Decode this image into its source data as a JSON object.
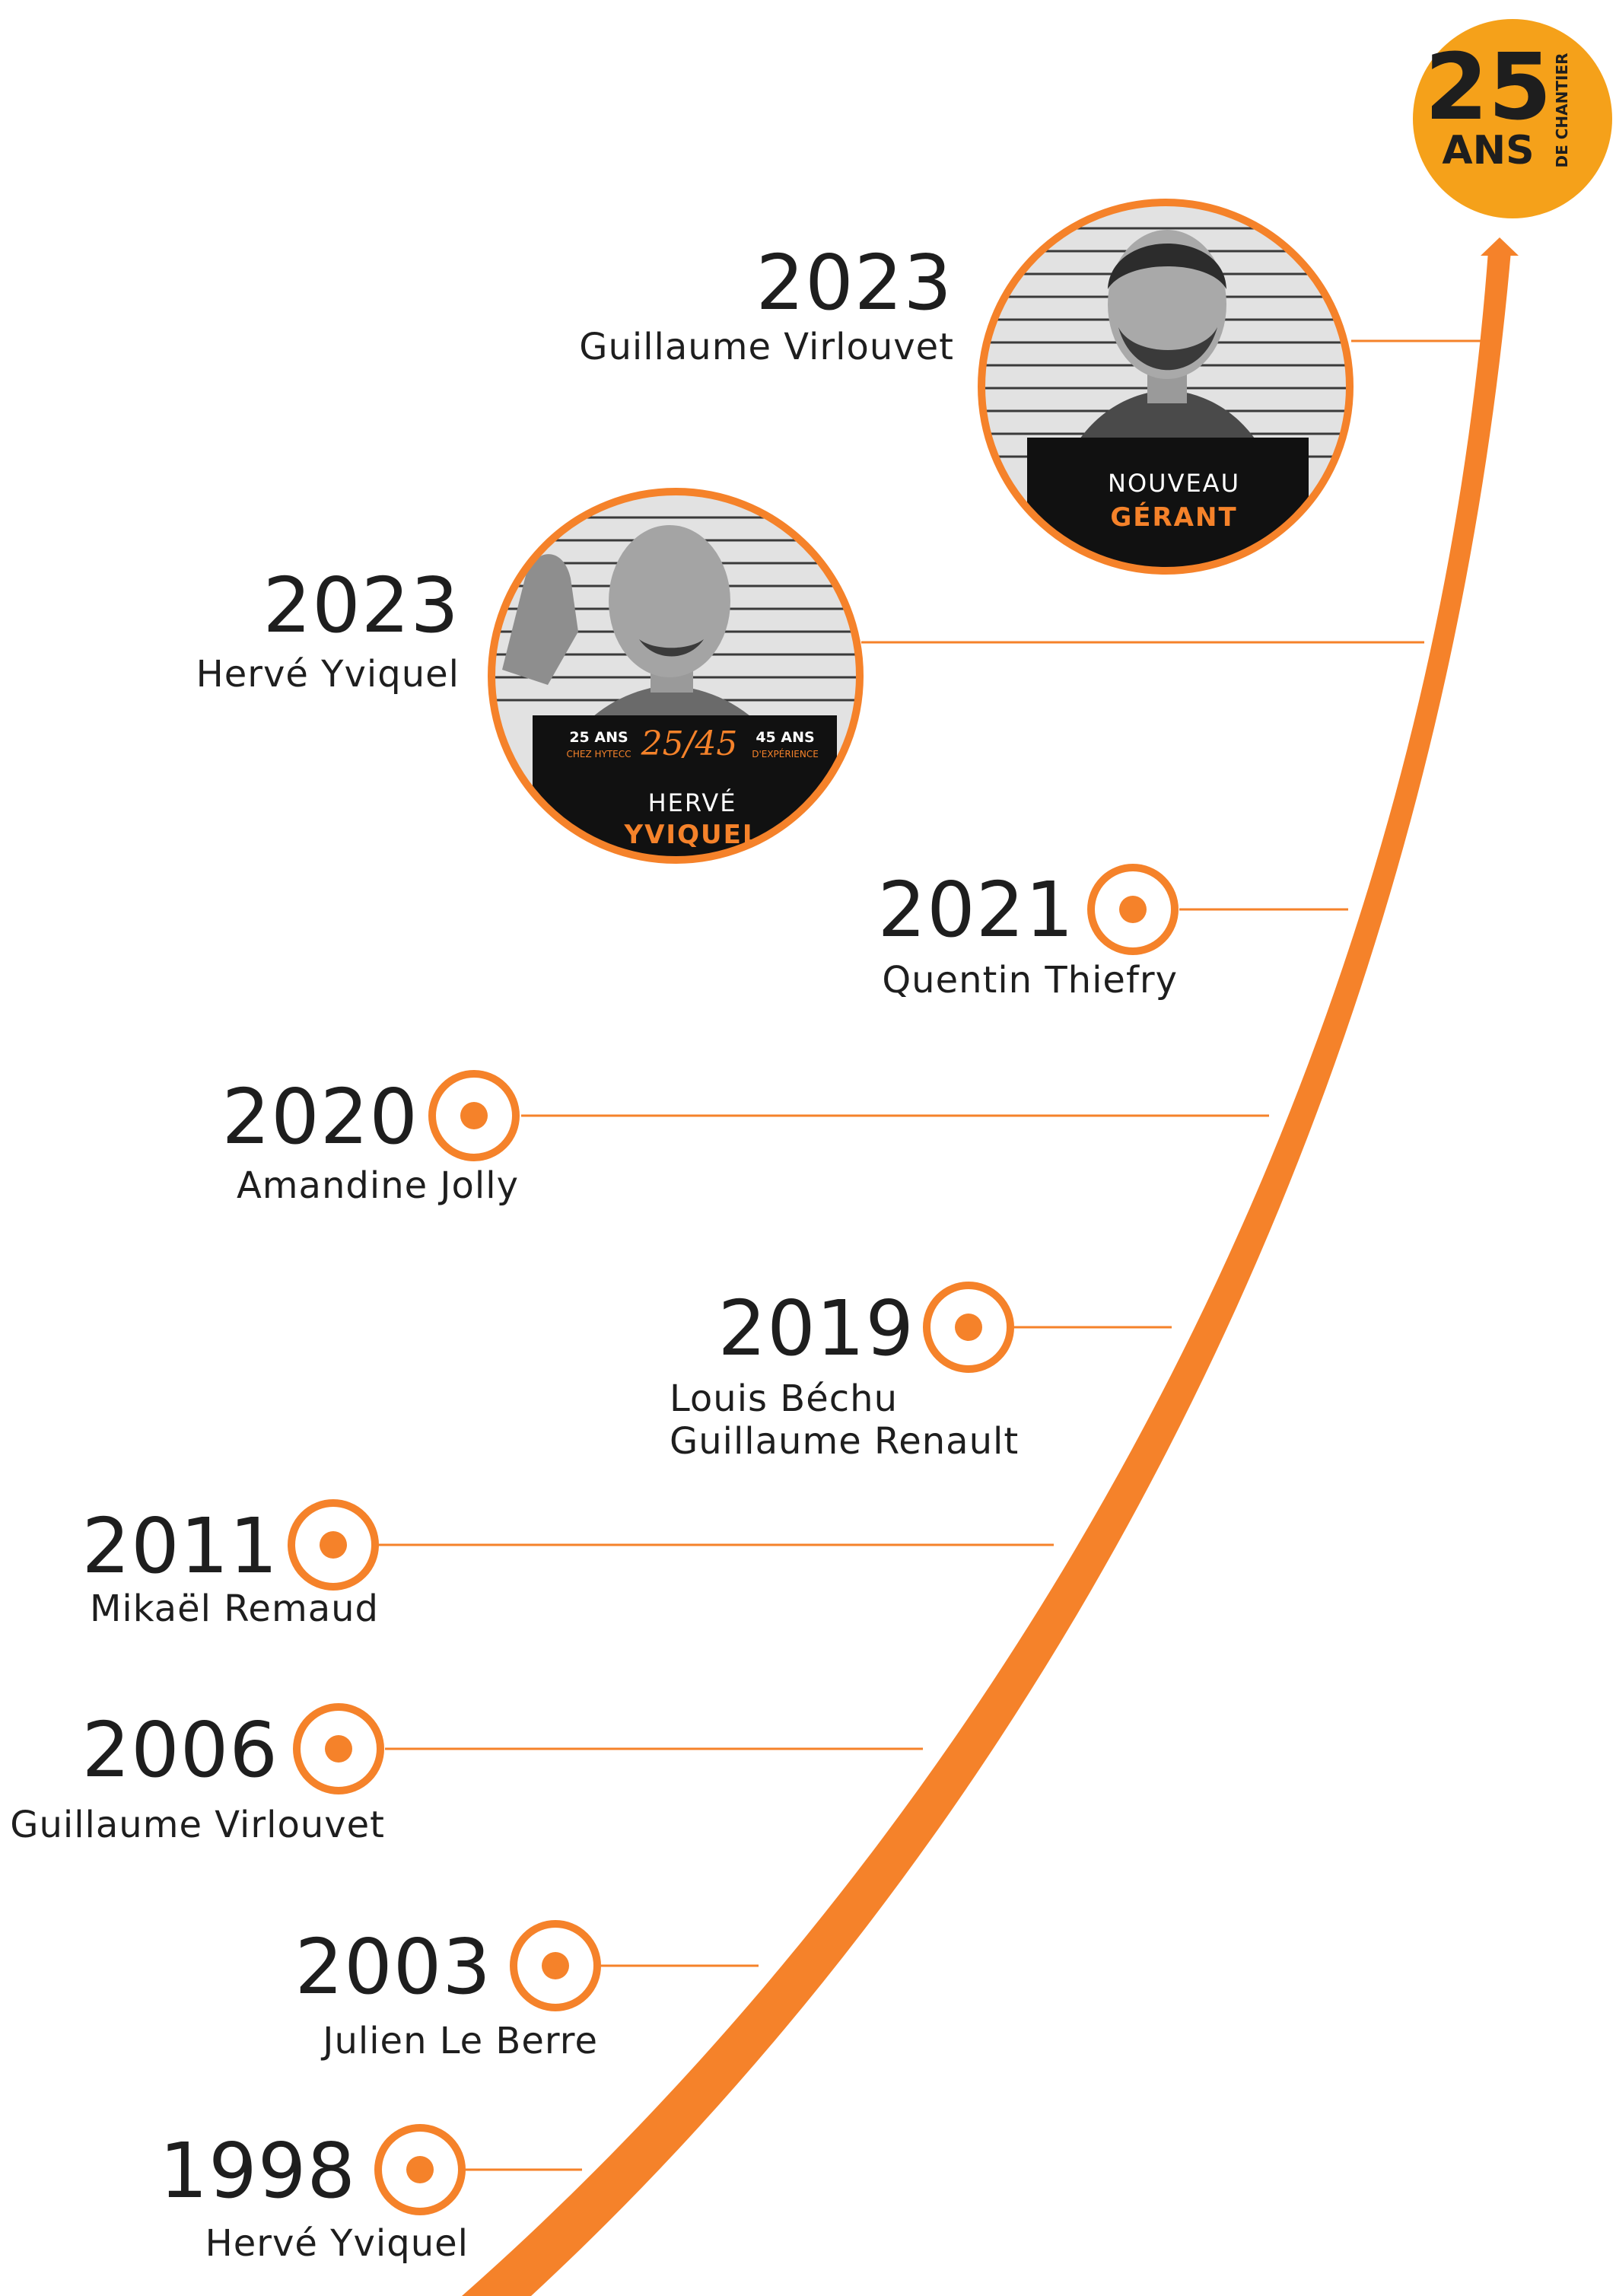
{
  "colors": {
    "accent": "#f5822a",
    "badge": "#f5a11a",
    "text": "#1e1e1e",
    "placard": "#111111",
    "photo_bg": "#dcdcdc"
  },
  "badge": {
    "number": "25",
    "word": "ANS",
    "caption": "DE CHANTIER"
  },
  "portraits": {
    "guillaume": {
      "line1": "NOUVEAU",
      "line2": "GÉRANT"
    },
    "herve": {
      "left_top": "25 ANS",
      "left_bottom": "CHEZ HYTECC",
      "center": "25/45",
      "right_top": "45 ANS",
      "right_bottom": "D'EXPÉRIENCE",
      "line1": "HERVÉ",
      "line2": "YVIQUEL"
    }
  },
  "timeline": [
    {
      "year": "2023",
      "names": [
        "Guillaume Virlouvet"
      ]
    },
    {
      "year": "2023",
      "names": [
        "Hervé Yviquel"
      ]
    },
    {
      "year": "2021",
      "names": [
        "Quentin Thiefry"
      ]
    },
    {
      "year": "2020",
      "names": [
        "Amandine Jolly"
      ]
    },
    {
      "year": "2019",
      "names": [
        "Louis Béchu",
        "Guillaume Renault"
      ]
    },
    {
      "year": "2011",
      "names": [
        "Mikaël Remaud"
      ]
    },
    {
      "year": "2006",
      "names": [
        "Guillaume Virlouvet"
      ]
    },
    {
      "year": "2003",
      "names": [
        "Julien Le Berre"
      ]
    },
    {
      "year": "1998",
      "names": [
        "Hervé Yviquel"
      ]
    }
  ]
}
